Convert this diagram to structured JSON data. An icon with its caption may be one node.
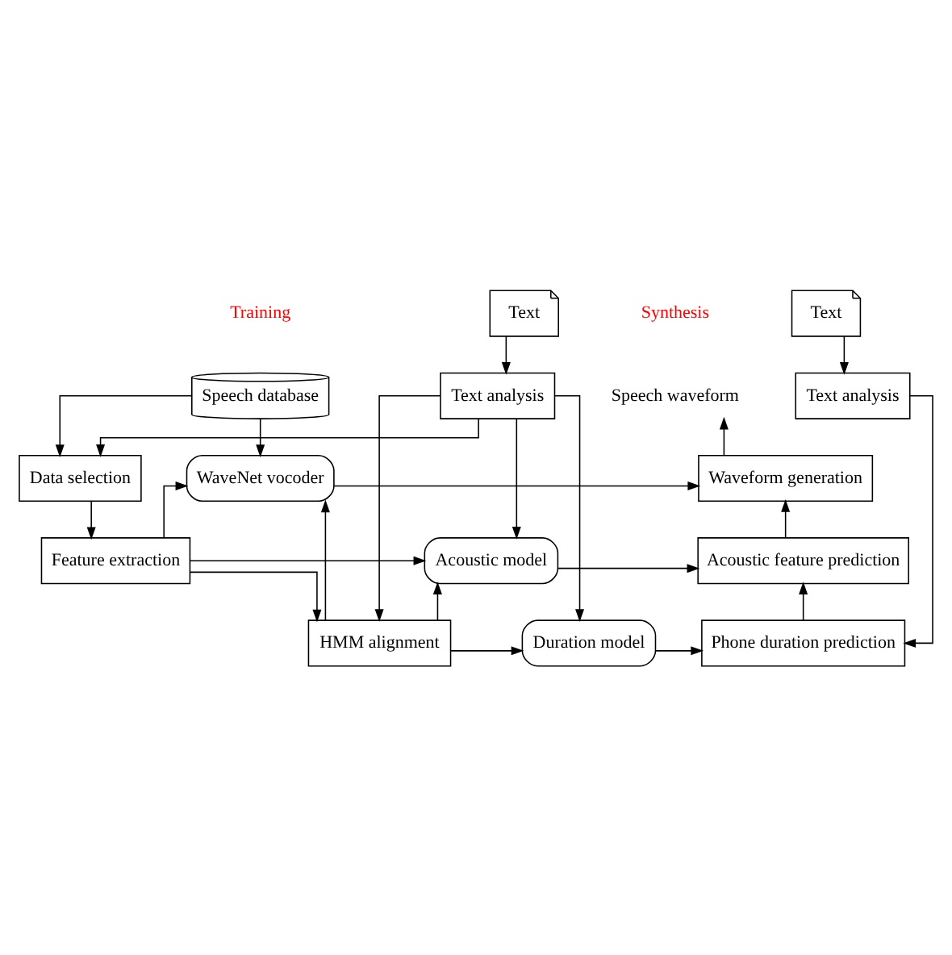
{
  "diagram": {
    "nodes": [
      {
        "text": [
          "Speech database"
        ]
      },
      {
        "text": [
          "Data selection"
        ]
      },
      {
        "text": [
          "Feature extraction"
        ]
      },
      {
        "text": [
          "HMM alignment"
        ]
      },
      {
        "text": [
          "Text analysis"
        ]
      },
      {
        "text": [
          "Text"
        ]
      },
      {
        "text": [
          "WaveNet vocoder"
        ]
      },
      {
        "text": [
          "Acoustic model"
        ]
      },
      {
        "text": [
          "Duration model"
        ]
      },
      {
        "text": [
          "Speech waveform"
        ]
      },
      {
        "text": [
          "Waveform generation"
        ]
      },
      {
        "text": [
          "Acoustic feature prediction"
        ]
      },
      {
        "text": [
          "Phone duration prediction"
        ]
      },
      {
        "text": [
          "Text analysis"
        ]
      },
      {
        "text": [
          "Text"
        ]
      }
    ],
    "edges": [
      {
        "from": 0,
        "to": 1,
        "arrow": "to"
      },
      {
        "from": 0,
        "to": 6,
        "arrow": "to"
      },
      {
        "from": 1,
        "to": 2,
        "arrow": "to"
      },
      {
        "from": 2,
        "to": 3,
        "arrow": "to"
      },
      {
        "from": 4,
        "to": 3,
        "arrow": "to"
      },
      {
        "from": 5,
        "to": 4,
        "arrow": "to"
      },
      {
        "from": 4,
        "to": 1,
        "arrow": "to"
      },
      {
        "from": 2,
        "to": 6,
        "arrow": "to"
      },
      {
        "from": 2,
        "to": 7,
        "arrow": "to"
      },
      {
        "from": 3,
        "to": 6,
        "arrow": "to"
      },
      {
        "from": 3,
        "to": 7,
        "arrow": "to"
      },
      {
        "from": 3,
        "to": 8,
        "arrow": "to"
      },
      {
        "from": 4,
        "to": 7,
        "arrow": "to"
      },
      {
        "from": 4,
        "to": 8,
        "arrow": "to"
      },
      {
        "from": 6,
        "to": 10,
        "arrow": "to"
      },
      {
        "from": 7,
        "to": 11,
        "arrow": "to"
      },
      {
        "from": 8,
        "to": 12,
        "arrow": "to"
      },
      {
        "from": 10,
        "to": 9,
        "arrow": "to"
      },
      {
        "from": 11,
        "to": 10,
        "arrow": "to"
      },
      {
        "from": 12,
        "to": 11,
        "arrow": "to"
      },
      {
        "from": 13,
        "to": 12,
        "arrow": "to"
      },
      {
        "from": 14,
        "to": 13,
        "arrow": "to"
      }
    ],
    "labels": [
      "Training",
      "Synthesis"
    ]
  }
}
